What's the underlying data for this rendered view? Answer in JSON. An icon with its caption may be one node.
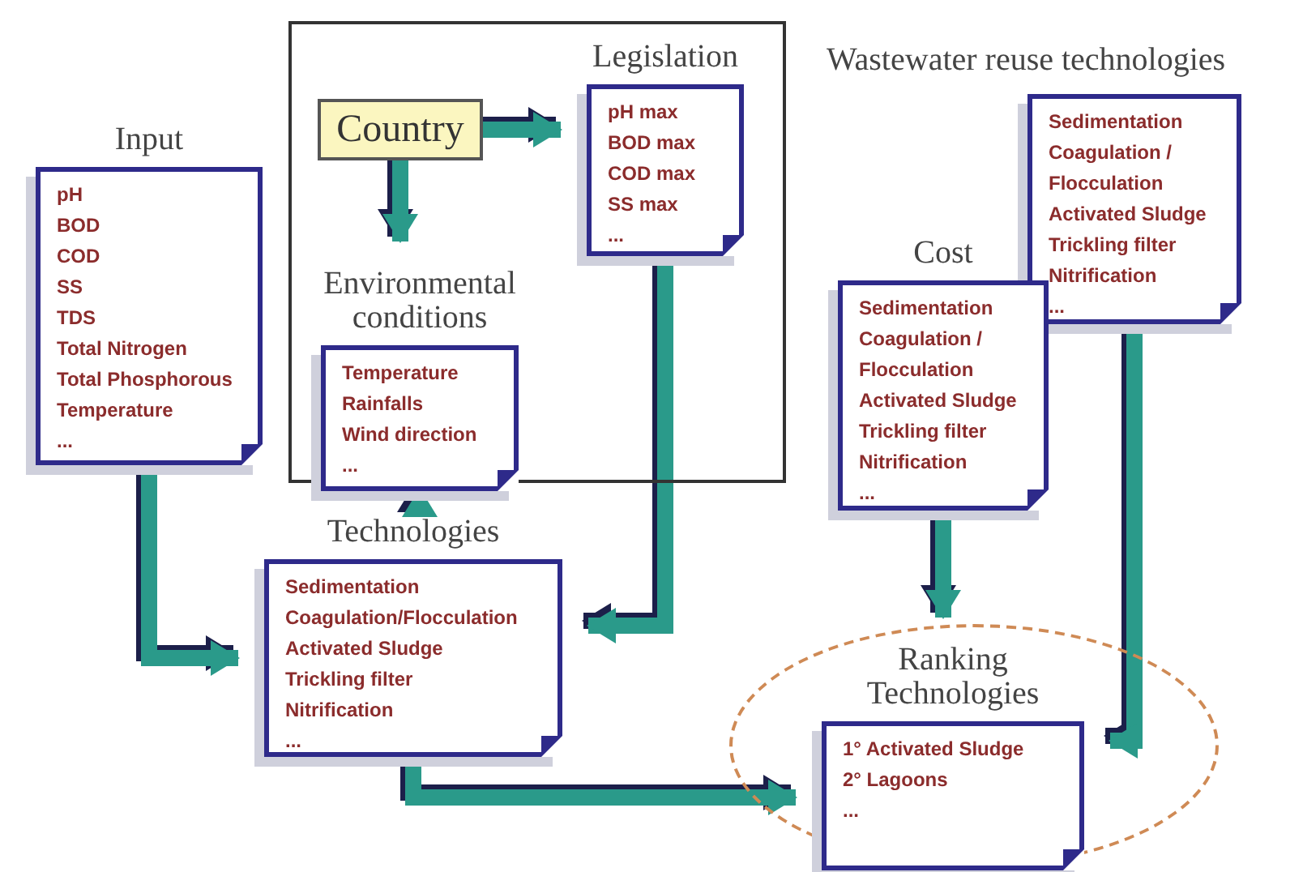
{
  "diagram": {
    "nodes": [
      {
        "text": [],
        "shape": "box"
      },
      {
        "text": [
          "Country"
        ],
        "in": 0
      },
      {
        "text": [
          "Legislation",
          "pH max",
          "BOD max",
          "COD max",
          "SS max",
          "..."
        ],
        "in": 0
      },
      {
        "text": [
          "Environmental conditions",
          "Temperature",
          "Rainfalls",
          "Wind direction",
          "..."
        ],
        "in": 0
      },
      {
        "text": [
          "Input",
          "pH",
          "BOD",
          "COD",
          "SS",
          "TDS",
          "Total Nitrogen",
          "Total Phosphorous",
          "Temperature",
          "..."
        ]
      },
      {
        "text": [
          "Technologies",
          "Sedimentation",
          "Coagulation/Flocculation",
          "Activated Sludge",
          "Trickling filter",
          "Nitrification",
          "..."
        ]
      },
      {
        "text": [
          "Sedimentation",
          "Coagulation / Flocculation",
          "Activated Sludge",
          "Trickling filter",
          "Nitrification",
          "..."
        ]
      },
      {
        "text": [
          "Cost",
          "Sedimentation",
          "Coagulation / Flocculation",
          "Activated Sludge",
          "Trickling filter",
          "Nitrification",
          "..."
        ]
      },
      {
        "text": [],
        "shape": "ellipse"
      },
      {
        "text": [
          "Ranking Technologies",
          "1° Activated Sludge",
          "2° Lagoons",
          "..."
        ],
        "in": 8
      }
    ],
    "edges": [
      {
        "from": 1,
        "to": 2,
        "arrow": "to"
      },
      {
        "from": 1,
        "to": 3,
        "arrow": "to"
      },
      {
        "from": 3,
        "to": 5,
        "arrow": "to"
      },
      {
        "from": 4,
        "to": 5,
        "arrow": "to"
      },
      {
        "from": 2,
        "to": 5,
        "arrow": "to"
      },
      {
        "from": 5,
        "to": 9,
        "arrow": "to"
      },
      {
        "from": 7,
        "to": 9,
        "arrow": "to"
      },
      {
        "from": 6,
        "to": 9,
        "arrow": "to"
      }
    ],
    "labels": [
      "Wastewater reuse technologies"
    ]
  }
}
